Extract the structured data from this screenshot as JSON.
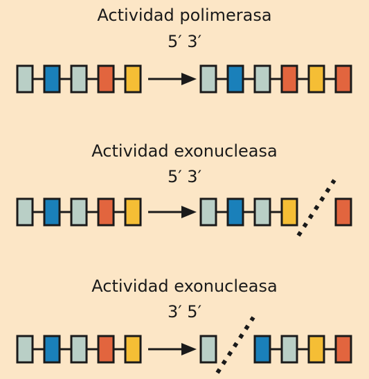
{
  "colors": {
    "background": "#fce6c6",
    "gray": "#b9cfc6",
    "blue": "#1a80ba",
    "red": "#e2653e",
    "yellow": "#f5be35",
    "outline": "#1a1a1a"
  },
  "panels": [
    {
      "id": "polymerase",
      "title": "Actividad polimerasa",
      "direction": "5′ 3′",
      "before": [
        "gray",
        "blue",
        "gray",
        "red",
        "yellow"
      ],
      "after": [
        "gray",
        "blue",
        "gray",
        "red",
        "yellow",
        "red"
      ],
      "cut_after_index": null
    },
    {
      "id": "exonuclease-5-3",
      "title": "Actividad exonucleasa",
      "direction": "5′ 3′",
      "before": [
        "gray",
        "blue",
        "gray",
        "red",
        "yellow"
      ],
      "after": [
        "gray",
        "blue",
        "gray",
        "yellow",
        "red"
      ],
      "cut_after_index": 3
    },
    {
      "id": "exonuclease-3-5",
      "title": "Actividad exonucleasa",
      "direction": "3′ 5′",
      "before": [
        "gray",
        "blue",
        "gray",
        "red",
        "yellow"
      ],
      "after": [
        "gray",
        "blue",
        "gray",
        "yellow",
        "red"
      ],
      "cut_after_index": 0
    }
  ]
}
